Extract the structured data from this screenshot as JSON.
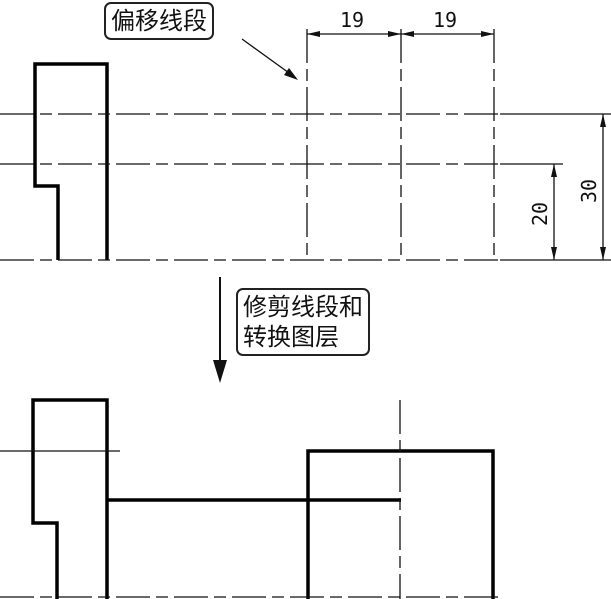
{
  "callouts": {
    "offset": "偏移线段",
    "trim_line1": "修剪线段和",
    "trim_line2": "转换图层"
  },
  "dimensions": {
    "horizontal_1": "19",
    "horizontal_2": "19",
    "vertical_inner": "20",
    "vertical_outer": "30"
  }
}
